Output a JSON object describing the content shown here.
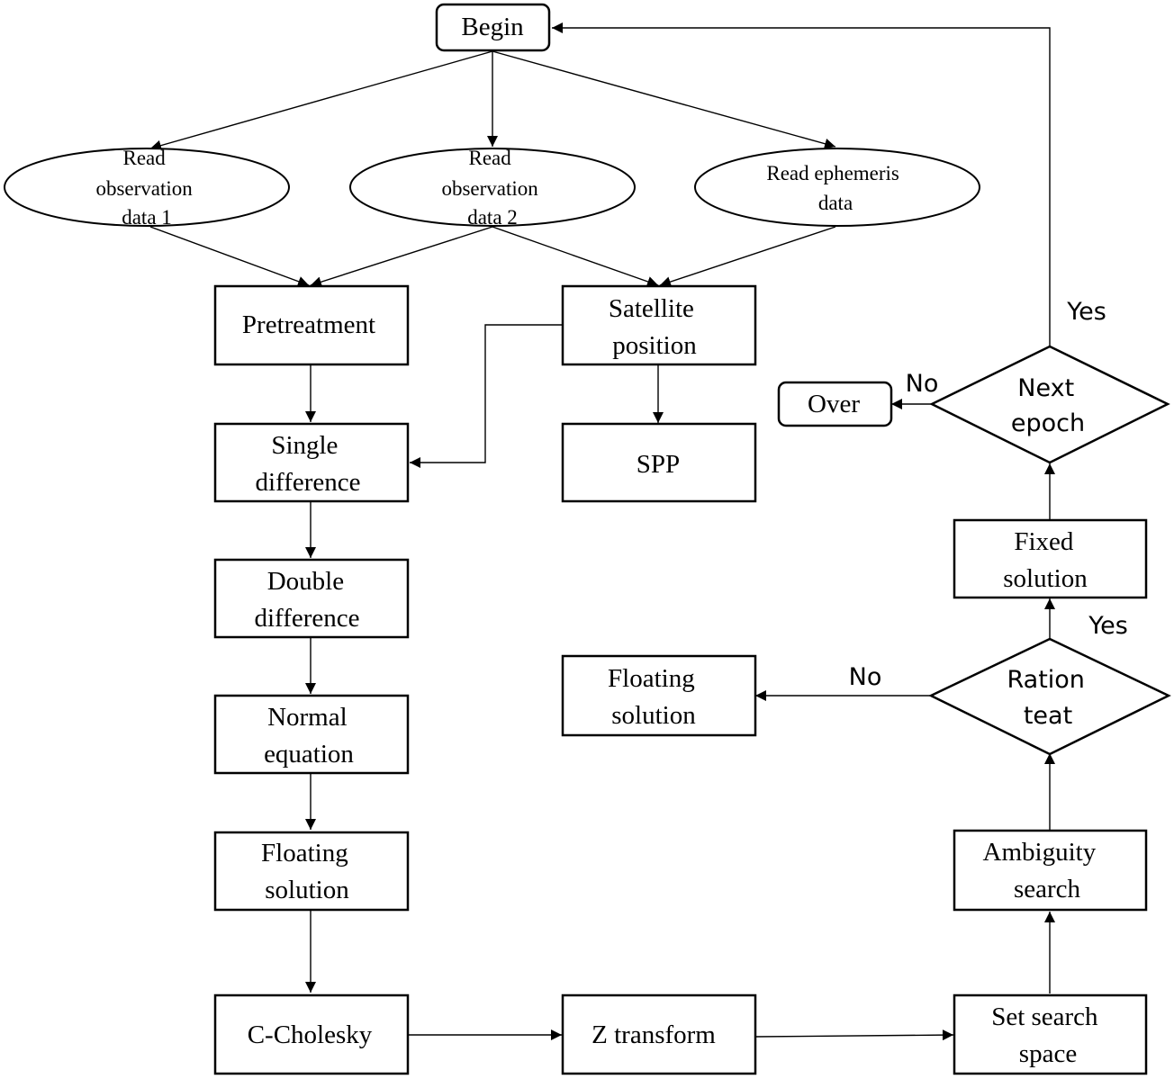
{
  "nodes": {
    "begin": "Begin",
    "read_obs1": [
      "Read",
      "observation",
      "data 1"
    ],
    "read_obs2": [
      "Read",
      "observation",
      "data 2"
    ],
    "read_eph": [
      "Read ephemeris",
      "data"
    ],
    "pretreatment": "Pretreatment",
    "satellite_position": [
      "Satellite",
      "position"
    ],
    "single_difference": [
      "Single",
      "difference"
    ],
    "spp": "SPP",
    "double_difference": [
      "Double",
      "difference"
    ],
    "normal_equation": [
      "Normal",
      "equation"
    ],
    "floating_solution_left": [
      "Floating",
      "solution"
    ],
    "c_cholesky": "C-Cholesky",
    "z_transform": "Z transform",
    "set_search_space": [
      "Set search",
      "space"
    ],
    "ambiguity_search": [
      "Ambiguity",
      "search"
    ],
    "ration_test": [
      "Ration",
      "teat"
    ],
    "floating_solution_right": [
      "Floating",
      "solution"
    ],
    "fixed_solution": [
      "Fixed",
      "solution"
    ],
    "next_epoch": [
      "Next",
      "epoch"
    ],
    "over": "Over"
  },
  "edge_labels": {
    "next_epoch_yes": "Yes",
    "next_epoch_no": "No",
    "ration_yes": "Yes",
    "ration_no": "No"
  }
}
